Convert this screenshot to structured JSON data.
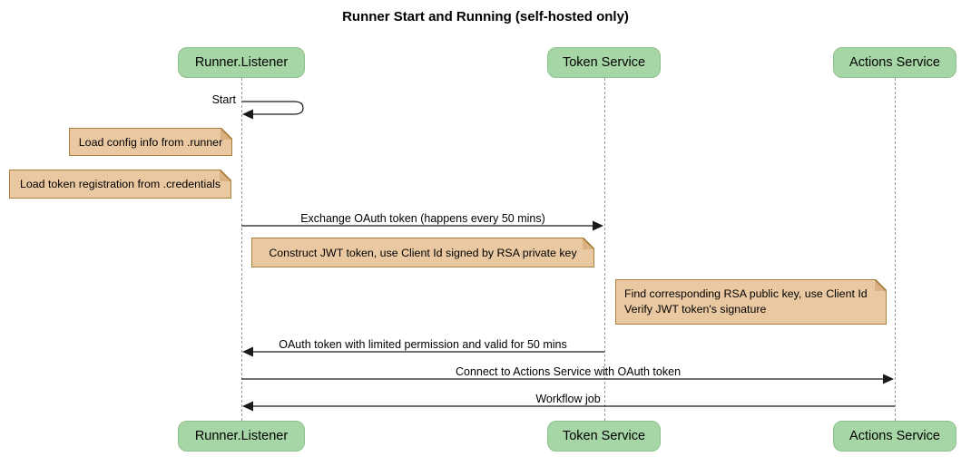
{
  "diagram": {
    "type": "sequence",
    "title": "Runner Start and Running (self-hosted only)"
  },
  "colors": {
    "actor_fill": "#a7d6a6",
    "actor_border": "#8cc08c",
    "note_fill": "#eac9a2",
    "note_border": "#a9813f",
    "note_fold": "#d9b183",
    "lifeline": "#9a9a9a",
    "arrow": "#1a1a1a",
    "background": "#ffffff"
  },
  "actors": [
    {
      "name": "Runner.Listener"
    },
    {
      "name": "Token Service"
    },
    {
      "name": "Actions Service"
    }
  ],
  "messages": [
    {
      "label": "Start",
      "from": "Runner.Listener",
      "to": "Runner.Listener",
      "kind": "self"
    },
    {
      "label": "Exchange OAuth token (happens every 50 mins)",
      "from": "Runner.Listener",
      "to": "Token Service",
      "kind": "solid"
    },
    {
      "label": "OAuth token with limited permission and valid for 50 mins",
      "from": "Token Service",
      "to": "Runner.Listener",
      "kind": "solid"
    },
    {
      "label": "Connect to Actions Service with OAuth token",
      "from": "Runner.Listener",
      "to": "Actions Service",
      "kind": "solid"
    },
    {
      "label": "Workflow job",
      "from": "Actions Service",
      "to": "Runner.Listener",
      "kind": "solid"
    }
  ],
  "notes": [
    {
      "text": "Load config info from .runner",
      "position": "left of Runner.Listener"
    },
    {
      "text": "Load token registration from .credentials",
      "position": "left of Runner.Listener"
    },
    {
      "text": "Construct JWT token, use Client Id signed by RSA private key",
      "position": "over Runner.Listener and Token Service"
    },
    {
      "line1": "Find corresponding RSA public key, use Client Id",
      "line2": "Verify JWT token's signature",
      "position": "right of Token Service"
    }
  ]
}
